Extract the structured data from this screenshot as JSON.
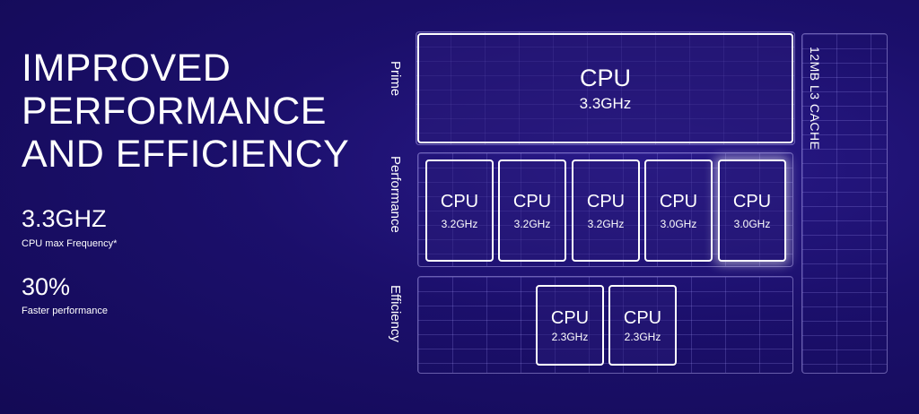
{
  "headline": [
    "IMPROVED",
    "PERFORMANCE",
    "AND EFFICIENCY"
  ],
  "stats": [
    {
      "value": "3.3GHZ",
      "label": "CPU max Frequency*"
    },
    {
      "value": "30%",
      "label": "Faster performance"
    }
  ],
  "diagram": {
    "labels": {
      "prime": "Prime",
      "performance": "Performance",
      "efficiency": "Efficiency",
      "cache": "12MB L3 CACHE"
    },
    "prime": {
      "name": "CPU",
      "freq": "3.3GHz"
    },
    "performance": [
      {
        "name": "CPU",
        "freq": "3.2GHz"
      },
      {
        "name": "CPU",
        "freq": "3.2GHz"
      },
      {
        "name": "CPU",
        "freq": "3.2GHz"
      },
      {
        "name": "CPU",
        "freq": "3.0GHz"
      },
      {
        "name": "CPU",
        "freq": "3.0GHz"
      }
    ],
    "efficiency": [
      {
        "name": "CPU",
        "freq": "2.3GHz"
      },
      {
        "name": "CPU",
        "freq": "2.3GHz"
      }
    ]
  }
}
